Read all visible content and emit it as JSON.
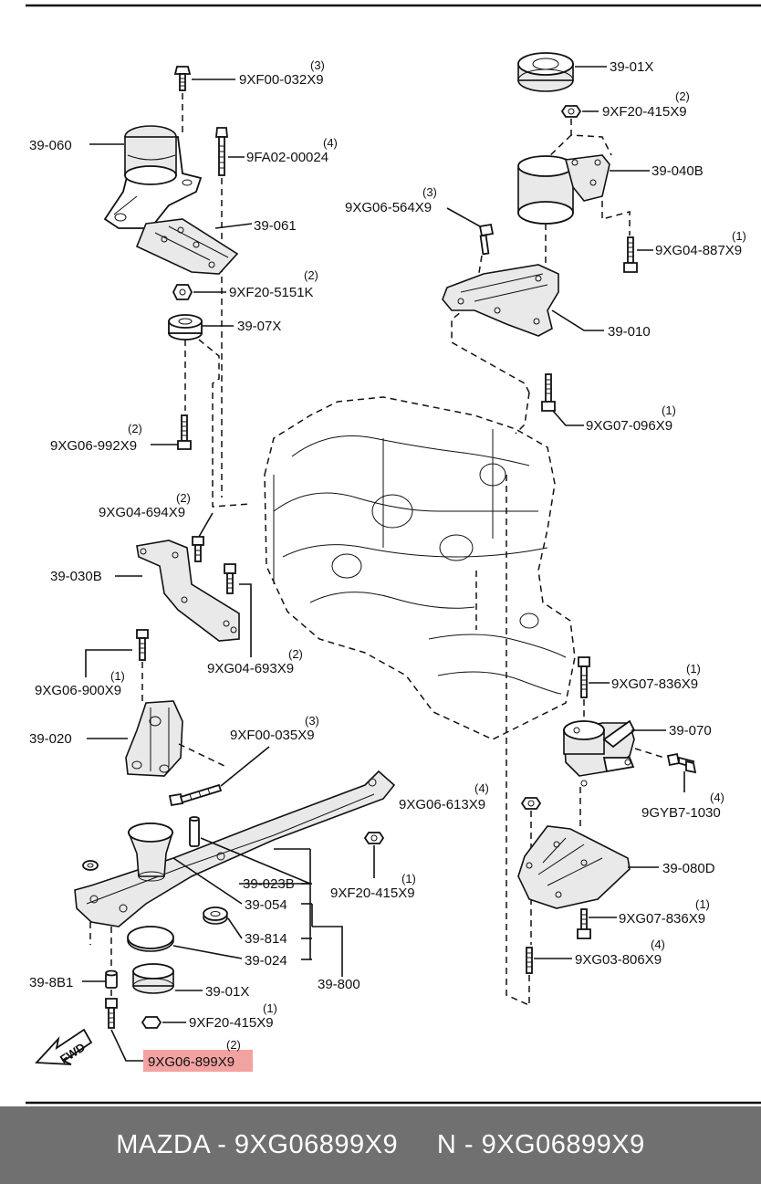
{
  "diagram": {
    "labels": [
      {
        "part": "9XF00-032X9",
        "qty": "(3)"
      },
      {
        "part": "39-060",
        "qty": ""
      },
      {
        "part": "9FA02-00024",
        "qty": "(4)"
      },
      {
        "part": "39-061",
        "qty": ""
      },
      {
        "part": "9XF20-5151K",
        "qty": "(2)"
      },
      {
        "part": "39-07X",
        "qty": ""
      },
      {
        "part": "9XG06-992X9",
        "qty": "(2)"
      },
      {
        "part": "9XG04-694X9",
        "qty": "(2)"
      },
      {
        "part": "39-030B",
        "qty": ""
      },
      {
        "part": "9XG04-693X9",
        "qty": "(2)"
      },
      {
        "part": "9XG06-900X9",
        "qty": "(1)"
      },
      {
        "part": "39-020",
        "qty": ""
      },
      {
        "part": "9XF00-035X9",
        "qty": "(3)"
      },
      {
        "part": "39-01X",
        "qty": ""
      },
      {
        "part": "9XF20-415X9",
        "qty": "(2)"
      },
      {
        "part": "39-040B",
        "qty": ""
      },
      {
        "part": "9XG06-564X9",
        "qty": "(3)"
      },
      {
        "part": "9XG04-887X9",
        "qty": "(1)"
      },
      {
        "part": "39-010",
        "qty": ""
      },
      {
        "part": "9XG07-096X9",
        "qty": "(1)"
      },
      {
        "part": "9XG07-836X9",
        "qty": "(1)"
      },
      {
        "part": "39-070",
        "qty": ""
      },
      {
        "part": "9XG06-613X9",
        "qty": "(4)"
      },
      {
        "part": "9GYB7-1030",
        "qty": "(4)"
      },
      {
        "part": "39-080D",
        "qty": ""
      },
      {
        "part": "9XG07-836X9",
        "qty": "(1)"
      },
      {
        "part": "9XG03-806X9",
        "qty": "(4)"
      },
      {
        "part": "9XF20-415X9",
        "qty": "(1)"
      },
      {
        "part": "39-023B",
        "qty": ""
      },
      {
        "part": "39-054",
        "qty": ""
      },
      {
        "part": "39-814",
        "qty": ""
      },
      {
        "part": "39-024",
        "qty": ""
      },
      {
        "part": "39-800",
        "qty": ""
      },
      {
        "part": "39-8B1",
        "qty": ""
      },
      {
        "part": "39-01X",
        "qty": ""
      },
      {
        "part": "9XF20-415X9",
        "qty": "(1)"
      },
      {
        "part": "9XG06-899X9",
        "qty": "(2)"
      }
    ],
    "fwd_label": "FWD",
    "highlight_color": "#f3a2a2"
  },
  "footer": {
    "text": "MAZDA - 9XG06899X9     N - 9XG06899X9",
    "background": "#707070"
  }
}
